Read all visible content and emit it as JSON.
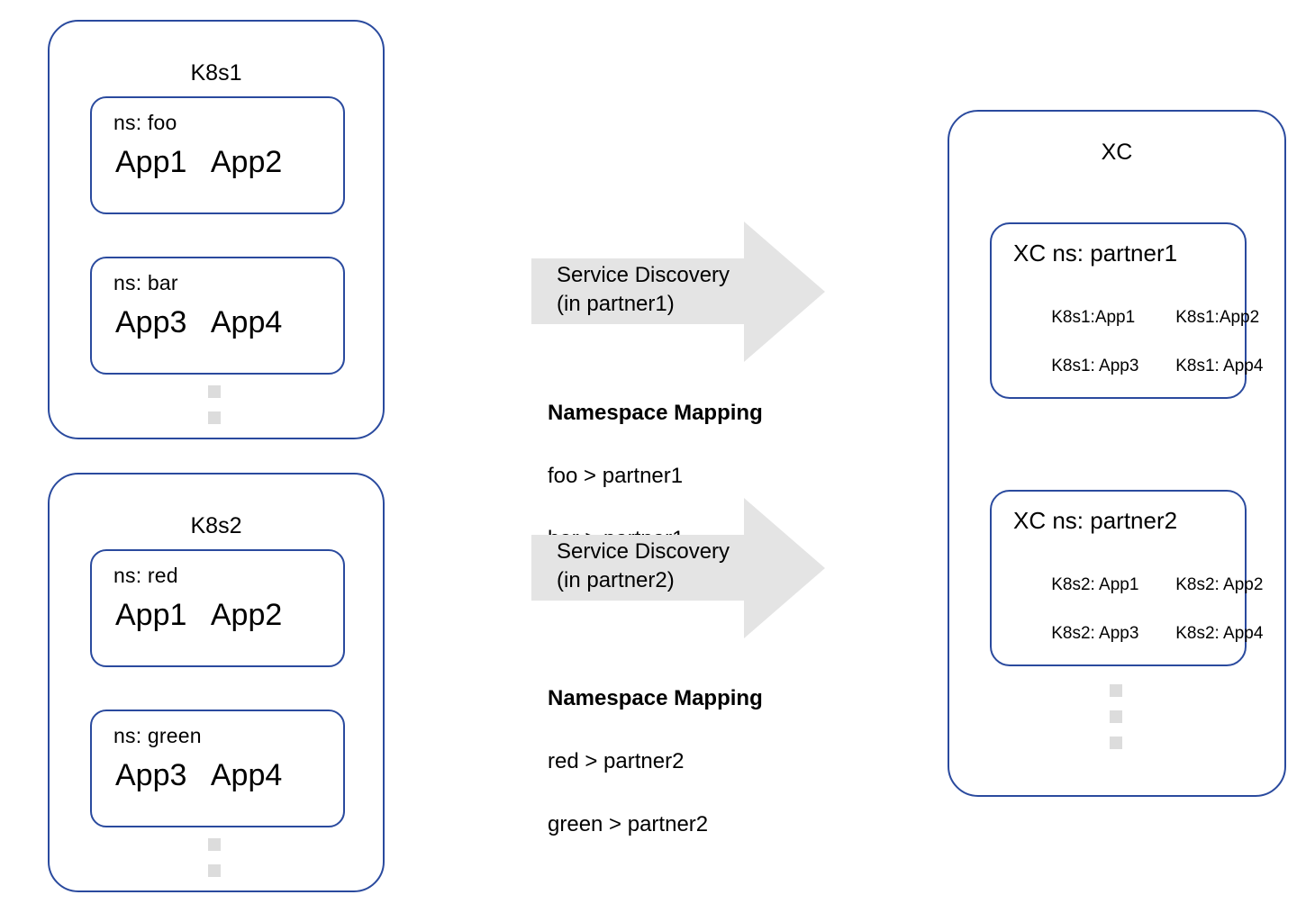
{
  "colors": {
    "border_blue": "#2a4a9e",
    "arrow_gray": "#e4e4e4",
    "dot_gray": "#dcdcdc",
    "text": "#000000",
    "background": "#ffffff"
  },
  "clusters": [
    {
      "title": "K8s1",
      "namespaces": [
        {
          "label": "ns: foo",
          "apps": "App1   App2"
        },
        {
          "label": "ns: bar",
          "apps": "App3   App4"
        }
      ],
      "ellipsis_dots": 2
    },
    {
      "title": "K8s2",
      "namespaces": [
        {
          "label": "ns: red",
          "apps": "App1   App2"
        },
        {
          "label": "ns: green",
          "apps": "App3   App4"
        }
      ],
      "ellipsis_dots": 2
    }
  ],
  "flows": [
    {
      "arrow_label": "Service Discovery\n(in partner1)",
      "mapping_title": "Namespace Mapping",
      "mapping_lines": [
        "foo > partner1",
        "bar > partner1"
      ]
    },
    {
      "arrow_label": "Service Discovery\n(in partner2)",
      "mapping_title": "Namespace Mapping",
      "mapping_lines": [
        "red > partner2",
        "green > partner2"
      ]
    }
  ],
  "xc": {
    "title": "XC",
    "namespaces": [
      {
        "title": "XC ns: partner1",
        "rows": [
          [
            "K8s1:App1",
            "K8s1:App2"
          ],
          [
            "K8s1: App3",
            "K8s1: App4"
          ]
        ]
      },
      {
        "title": "XC ns: partner2",
        "rows": [
          [
            "K8s2: App1",
            "K8s2: App2"
          ],
          [
            "K8s2: App3",
            "K8s2: App4"
          ]
        ]
      }
    ],
    "ellipsis_dots": 3
  }
}
